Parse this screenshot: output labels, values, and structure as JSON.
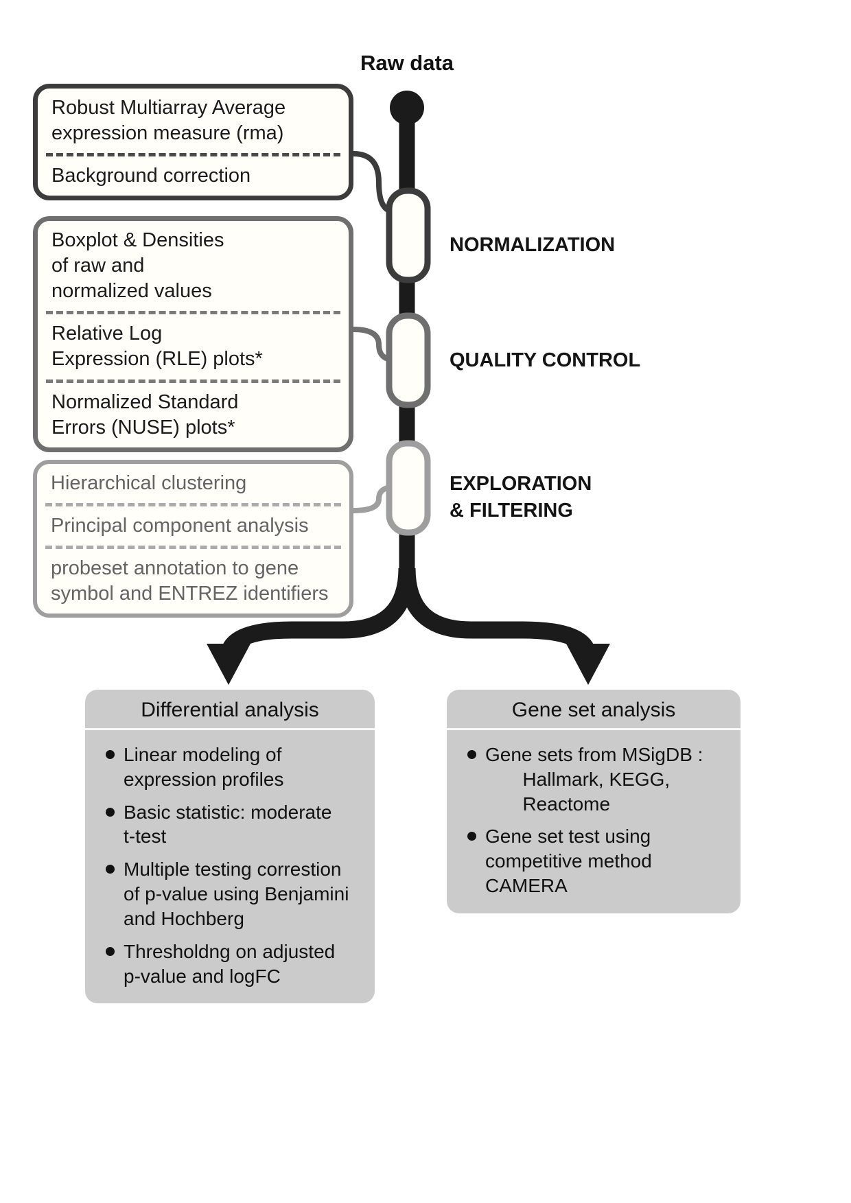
{
  "header": {
    "raw_data_label": "Raw data"
  },
  "method_boxes": [
    {
      "name": "normalization-methods",
      "items": [
        "Robust Multiarray Average\nexpression measure (rma)",
        "Background correction"
      ]
    },
    {
      "name": "quality-control-methods",
      "items": [
        "Boxplot & Densities\nof raw and\nnormalized values",
        "Relative Log\nExpression (RLE) plots*",
        "Normalized Standard\nErrors (NUSE) plots*"
      ]
    },
    {
      "name": "exploration-methods",
      "items": [
        "Hierarchical clustering",
        "Principal component analysis",
        "probeset annotation to gene\nsymbol and ENTREZ identifiers"
      ]
    }
  ],
  "stage_labels": [
    "NORMALIZATION",
    "QUALITY CONTROL",
    "EXPLORATION\n& FILTERING"
  ],
  "analysis_boxes": [
    {
      "title": "Differential analysis",
      "bullets": [
        "Linear modeling of\nexpression profiles",
        "Basic statistic: moderate\nt-test",
        "Multiple testing correstion\nof p-value using Benjamini\nand Hochberg",
        "Thresholdng on adjusted\np-value and logFC"
      ]
    },
    {
      "title": "Gene set analysis",
      "bullets": [
        "Gene sets from MSigDB :\n       Hallmark, KEGG,\n       Reactome",
        "Gene set test using\ncompetitive method\nCAMERA"
      ]
    }
  ],
  "colors": {
    "line": "#1b1b1b",
    "normalization_border": "#3c3c3c",
    "quality_control_border": "#6f6f6f",
    "exploration_border": "#9e9e9e",
    "exploration_text": "#646464",
    "analysis_box_bg": "#cbcbcb"
  }
}
